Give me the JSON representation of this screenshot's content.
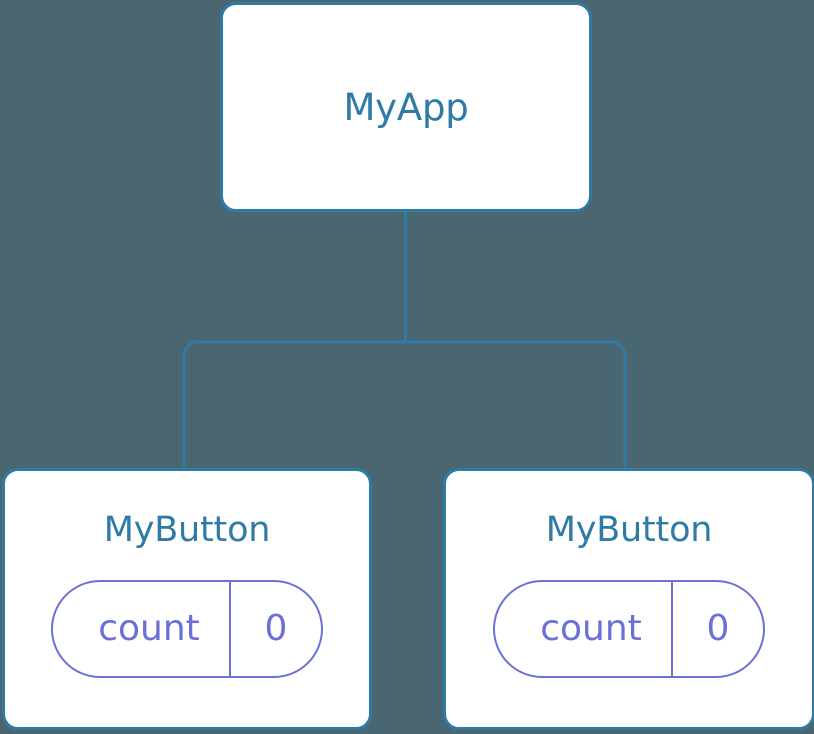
{
  "diagram": {
    "title": "component-tree",
    "background_color": "#4a6670",
    "node_border_color": "#2e7ba6",
    "node_fill_color": "#ffffff",
    "node_text_color": "#2e7ba6",
    "badge_color": "#6a71d6",
    "connector_color": "#2e7ba6"
  },
  "root": {
    "label": "MyApp"
  },
  "children": [
    {
      "label": "MyButton",
      "state": {
        "key": "count",
        "value": "0"
      }
    },
    {
      "label": "MyButton",
      "state": {
        "key": "count",
        "value": "0"
      }
    }
  ]
}
